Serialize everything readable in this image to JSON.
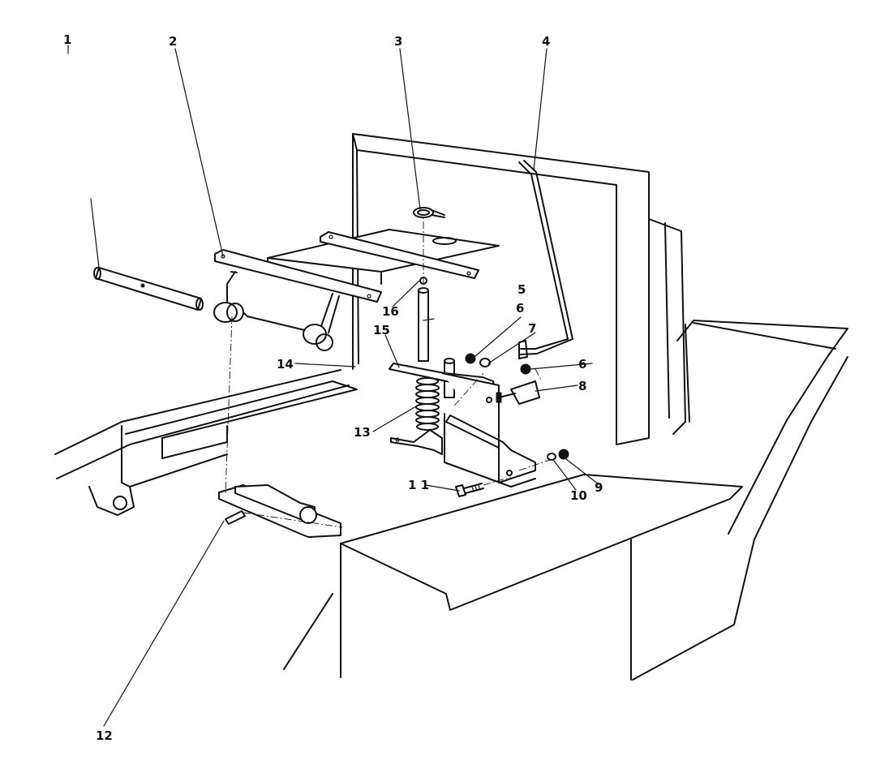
{
  "callouts": {
    "c1": "1",
    "c2": "2",
    "c3": "3",
    "c4": "4",
    "c5": "5",
    "c6a": "6",
    "c6b": "6",
    "c7": "7",
    "c8": "8",
    "c9": "9",
    "c10": "10",
    "c11": "1 1",
    "c12": "12",
    "c13": "13",
    "c14": "14",
    "c15": "15",
    "c16": "16"
  }
}
